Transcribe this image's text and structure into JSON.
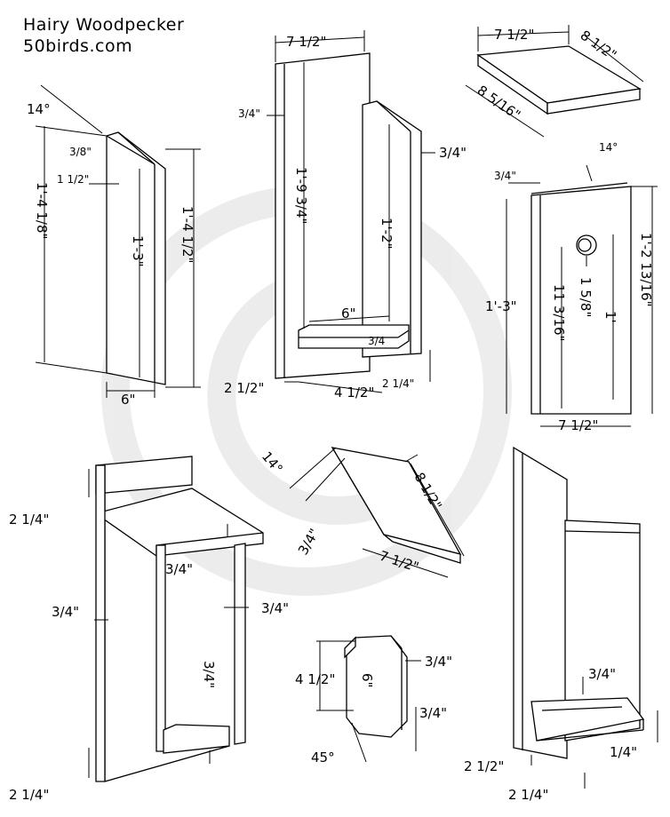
{
  "header": {
    "title": "Hairy Woodpecker",
    "site": "50birds.com"
  },
  "side_panel": {
    "angle": "14°",
    "bevel": "3/8\"",
    "inset": "1 1/2\"",
    "back_height": "1'-4 1/8\"",
    "inner_height": "1'-3\"",
    "front_height": "1'-4 1/2\"",
    "depth": "6\""
  },
  "back_assembly": {
    "width": "7 1/2\"",
    "thickness_left": "3/4\"",
    "thickness_right": "3/4\"",
    "back_height": "1'-9 3/4\"",
    "front_height": "1'-2\"",
    "floor_depth": "6\"",
    "floor_thickness": "3/4",
    "bottom_offset": "2 1/2\"",
    "floor_inset": "4 1/2\"",
    "bottom_offset_right": "2 1/4\""
  },
  "roof": {
    "width": "7 1/2\"",
    "length": "8 1/2\"",
    "depth": "8 5/16\""
  },
  "front_panel": {
    "thickness": "3/4\"",
    "angle": "14°",
    "height": "1'-3\"",
    "hole_diameter": "1 5/8\"",
    "hole_to_floor": "1'",
    "hole_to_bottom": "11 3/16\"",
    "side_height": "1'-2 13/16\"",
    "width": "7 1/2\""
  },
  "assembled_side": {
    "top_offset": "2 1/4\"",
    "roof_thickness": "3/4\"",
    "left_thickness": "3/4\"",
    "right_thickness": "3/4\"",
    "floor_thickness": "3/4\"",
    "bottom_offset": "2 1/4\""
  },
  "roof_angled": {
    "angle": "14°",
    "length": "8 1/2\"",
    "thickness": "3/4\"",
    "width": "7 1/2\""
  },
  "floor_piece": {
    "height": "4 1/2\"",
    "width": "6\"",
    "corner_right": "3/4\"",
    "thickness": "3/4\"",
    "corner_angle": "45°"
  },
  "assembled_back": {
    "floor_thickness": "3/4\"",
    "bottom_offset": "2 1/2\"",
    "floor_edge": "1/4\"",
    "bottom_offset_low": "2 1/4\""
  },
  "watermark": "©"
}
